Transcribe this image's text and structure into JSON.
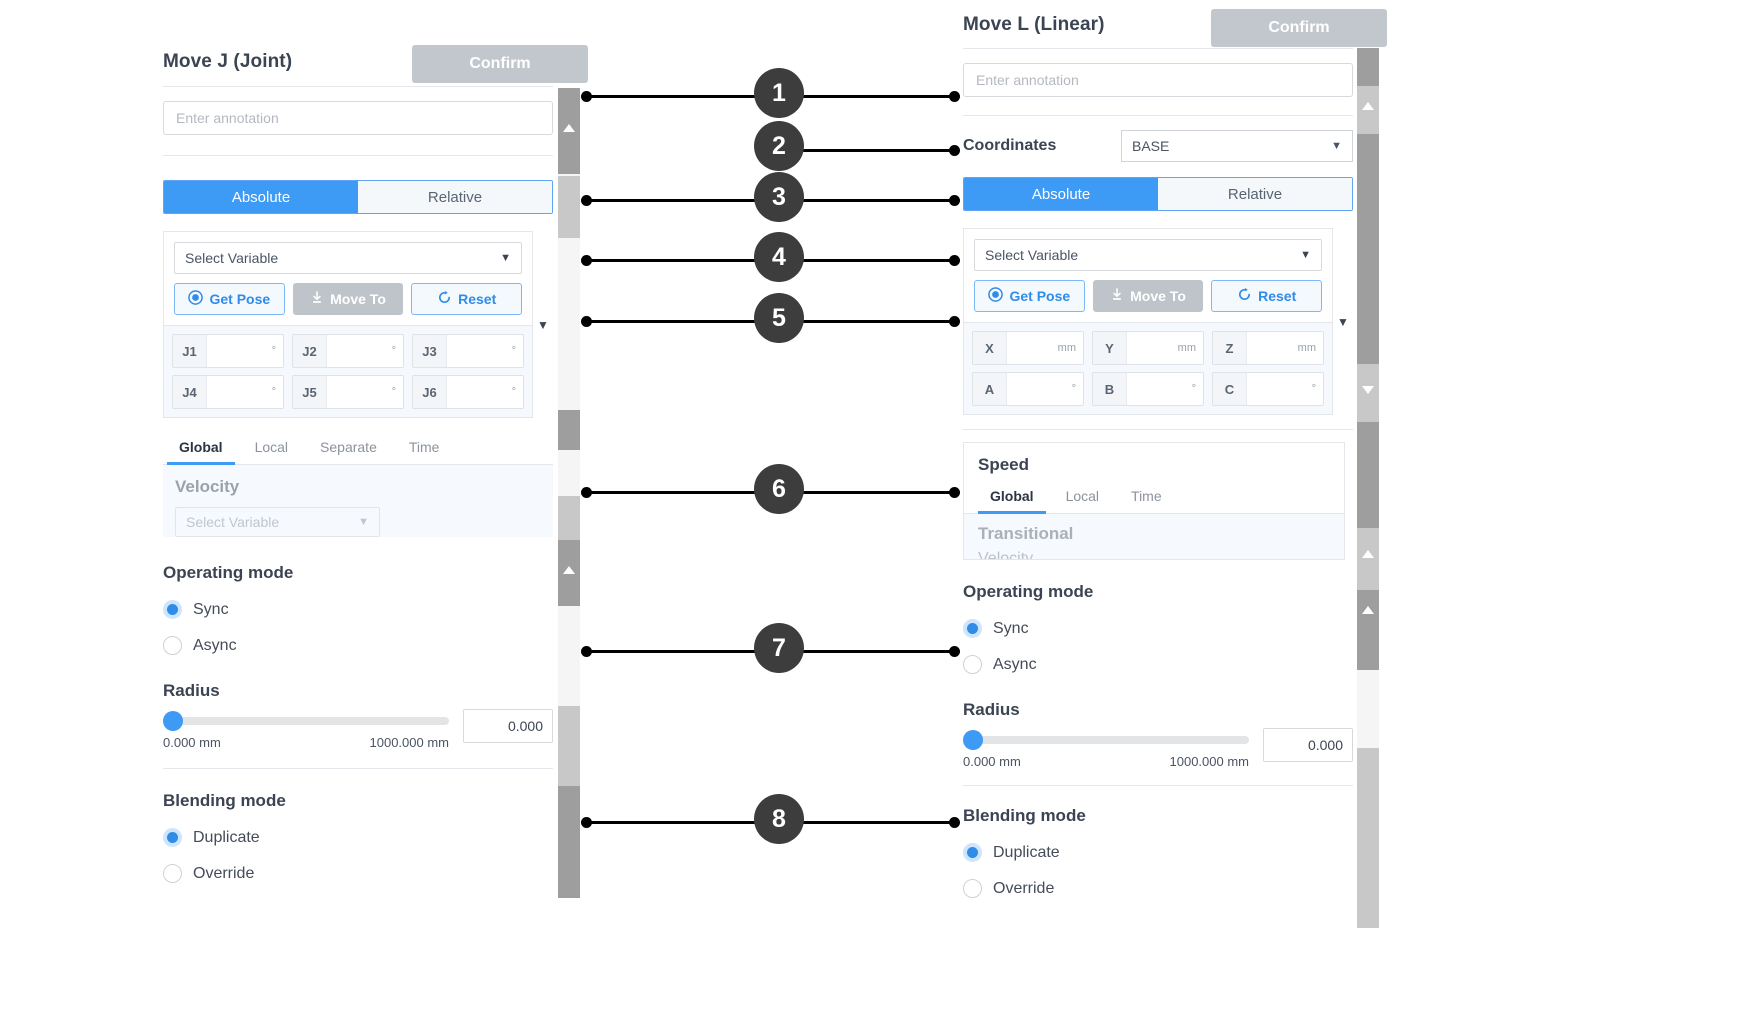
{
  "left_panel": {
    "title": "Move J (Joint)",
    "confirm_label": "Confirm",
    "annotation_placeholder": "Enter annotation",
    "annotation_value": "",
    "mode_toggle": {
      "absolute": "Absolute",
      "relative": "Relative",
      "selected": "Absolute"
    },
    "variable_select": {
      "value": "Select Variable",
      "caret": "chevron-down-icon"
    },
    "action_buttons": {
      "get_pose": "Get Pose",
      "move_to": "Move To",
      "reset": "Reset"
    },
    "joint_fields": [
      {
        "label": "J1",
        "value": "",
        "unit": "°"
      },
      {
        "label": "J2",
        "value": "",
        "unit": "°"
      },
      {
        "label": "J3",
        "value": "",
        "unit": "°"
      },
      {
        "label": "J4",
        "value": "",
        "unit": "°"
      },
      {
        "label": "J5",
        "value": "",
        "unit": "°"
      },
      {
        "label": "J6",
        "value": "",
        "unit": "°"
      }
    ],
    "speed_tabs": [
      "Global",
      "Local",
      "Separate",
      "Time"
    ],
    "speed_tab_selected": "Global",
    "velocity_title": "Velocity",
    "velocity_select": "Select Variable",
    "operating_mode": {
      "title": "Operating mode",
      "options": [
        "Sync",
        "Async"
      ],
      "selected": "Sync"
    },
    "radius": {
      "title": "Radius",
      "min_label": "0.000 mm",
      "max_label": "1000.000 mm",
      "value": "0.000",
      "percent": 0
    },
    "blending_mode": {
      "title": "Blending mode",
      "options": [
        "Duplicate",
        "Override"
      ],
      "selected": "Duplicate"
    }
  },
  "right_panel": {
    "title": "Move L (Linear)",
    "confirm_label": "Confirm",
    "annotation_placeholder": "Enter annotation",
    "annotation_value": "",
    "coordinates": {
      "label": "Coordinates",
      "value": "BASE",
      "caret": "chevron-down-icon"
    },
    "mode_toggle": {
      "absolute": "Absolute",
      "relative": "Relative",
      "selected": "Absolute"
    },
    "variable_select": {
      "value": "Select Variable",
      "caret": "chevron-down-icon"
    },
    "action_buttons": {
      "get_pose": "Get Pose",
      "move_to": "Move To",
      "reset": "Reset"
    },
    "pose_fields": [
      {
        "label": "X",
        "value": "",
        "unit": "mm"
      },
      {
        "label": "Y",
        "value": "",
        "unit": "mm"
      },
      {
        "label": "Z",
        "value": "",
        "unit": "mm"
      },
      {
        "label": "A",
        "value": "",
        "unit": "°"
      },
      {
        "label": "B",
        "value": "",
        "unit": "°"
      },
      {
        "label": "C",
        "value": "",
        "unit": "°"
      }
    ],
    "speed": {
      "title": "Speed",
      "tabs": [
        "Global",
        "Local",
        "Time"
      ],
      "tab_selected": "Global",
      "transitional_title": "Transitional",
      "transitional_sub": "Velocity"
    },
    "operating_mode": {
      "title": "Operating mode",
      "options": [
        "Sync",
        "Async"
      ],
      "selected": "Sync"
    },
    "radius": {
      "title": "Radius",
      "min_label": "0.000 mm",
      "max_label": "1000.000 mm",
      "value": "0.000",
      "percent": 0
    },
    "blending_mode": {
      "title": "Blending mode",
      "options": [
        "Duplicate",
        "Override"
      ],
      "selected": "Duplicate"
    }
  },
  "callouts": [
    {
      "n": "1"
    },
    {
      "n": "2"
    },
    {
      "n": "3"
    },
    {
      "n": "4"
    },
    {
      "n": "5"
    },
    {
      "n": "6"
    },
    {
      "n": "7"
    },
    {
      "n": "8"
    }
  ],
  "colors": {
    "accent_blue": "#3d9af5",
    "callout_dark": "#3d3d3d",
    "confirm_grey": "#c2c7cd",
    "panel_bg": "#ffffff"
  }
}
